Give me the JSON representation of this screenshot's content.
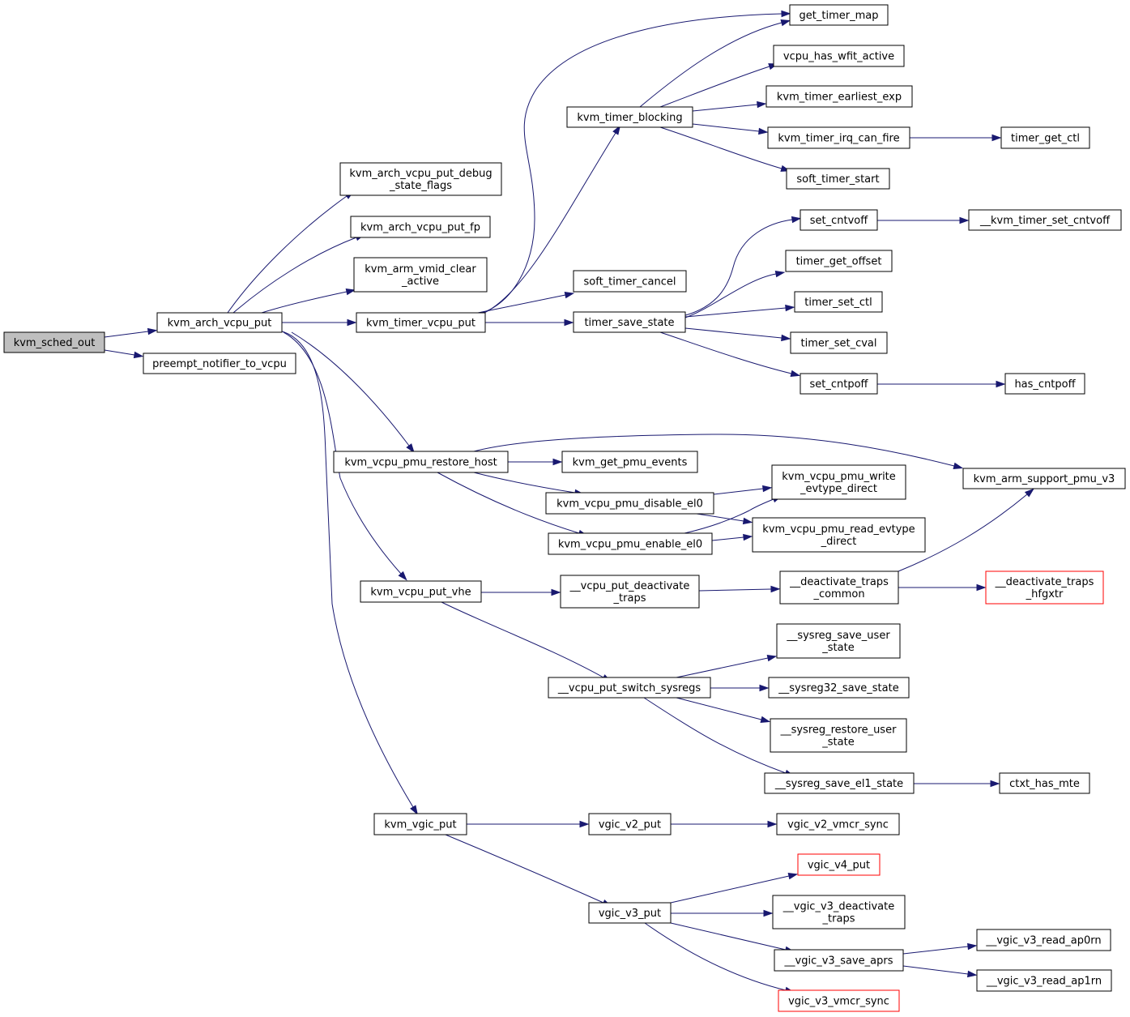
{
  "graph": {
    "colors": {
      "edge": "#191970",
      "root_fill": "#bfbfbf",
      "node_border": "#000000",
      "truncated_border": "#ff0000"
    },
    "nodes": [
      {
        "id": "kvm_sched_out",
        "lines": [
          "kvm_sched_out"
        ],
        "root": true
      },
      {
        "id": "kvm_arch_vcpu_put",
        "lines": [
          "kvm_arch_vcpu_put"
        ]
      },
      {
        "id": "preempt_notifier_to_vcpu",
        "lines": [
          "preempt_notifier_to_vcpu"
        ]
      },
      {
        "id": "kvm_arch_vcpu_put_debug_state_flags",
        "lines": [
          "kvm_arch_vcpu_put_debug",
          "_state_flags"
        ]
      },
      {
        "id": "kvm_arch_vcpu_put_fp",
        "lines": [
          "kvm_arch_vcpu_put_fp"
        ]
      },
      {
        "id": "kvm_arm_vmid_clear_active",
        "lines": [
          "kvm_arm_vmid_clear",
          "_active"
        ]
      },
      {
        "id": "kvm_timer_vcpu_put",
        "lines": [
          "kvm_timer_vcpu_put"
        ]
      },
      {
        "id": "kvm_vcpu_pmu_restore_host",
        "lines": [
          "kvm_vcpu_pmu_restore_host"
        ]
      },
      {
        "id": "kvm_vcpu_put_vhe",
        "lines": [
          "kvm_vcpu_put_vhe"
        ]
      },
      {
        "id": "kvm_vgic_put",
        "lines": [
          "kvm_vgic_put"
        ]
      },
      {
        "id": "kvm_timer_blocking",
        "lines": [
          "kvm_timer_blocking"
        ]
      },
      {
        "id": "soft_timer_cancel",
        "lines": [
          "soft_timer_cancel"
        ]
      },
      {
        "id": "timer_save_state",
        "lines": [
          "timer_save_state"
        ]
      },
      {
        "id": "get_timer_map",
        "lines": [
          "get_timer_map"
        ]
      },
      {
        "id": "vcpu_has_wfit_active",
        "lines": [
          "vcpu_has_wfit_active"
        ]
      },
      {
        "id": "kvm_timer_earliest_exp",
        "lines": [
          "kvm_timer_earliest_exp"
        ]
      },
      {
        "id": "kvm_timer_irq_can_fire",
        "lines": [
          "kvm_timer_irq_can_fire"
        ]
      },
      {
        "id": "soft_timer_start",
        "lines": [
          "soft_timer_start"
        ]
      },
      {
        "id": "timer_get_ctl",
        "lines": [
          "timer_get_ctl"
        ]
      },
      {
        "id": "set_cntvoff",
        "lines": [
          "set_cntvoff"
        ]
      },
      {
        "id": "timer_get_offset",
        "lines": [
          "timer_get_offset"
        ]
      },
      {
        "id": "timer_set_ctl",
        "lines": [
          "timer_set_ctl"
        ]
      },
      {
        "id": "timer_set_cval",
        "lines": [
          "timer_set_cval"
        ]
      },
      {
        "id": "set_cntpoff",
        "lines": [
          "set_cntpoff"
        ]
      },
      {
        "id": "__kvm_timer_set_cntvoff",
        "lines": [
          "__kvm_timer_set_cntvoff"
        ]
      },
      {
        "id": "has_cntpoff",
        "lines": [
          "has_cntpoff"
        ]
      },
      {
        "id": "kvm_get_pmu_events",
        "lines": [
          "kvm_get_pmu_events"
        ]
      },
      {
        "id": "kvm_vcpu_pmu_disable_el0",
        "lines": [
          "kvm_vcpu_pmu_disable_el0"
        ]
      },
      {
        "id": "kvm_vcpu_pmu_enable_el0",
        "lines": [
          "kvm_vcpu_pmu_enable_el0"
        ]
      },
      {
        "id": "kvm_arm_support_pmu_v3",
        "lines": [
          "kvm_arm_support_pmu_v3"
        ]
      },
      {
        "id": "kvm_vcpu_pmu_write_evtype_direct",
        "lines": [
          "kvm_vcpu_pmu_write",
          "_evtype_direct"
        ]
      },
      {
        "id": "kvm_vcpu_pmu_read_evtype_direct",
        "lines": [
          "kvm_vcpu_pmu_read_evtype",
          "_direct"
        ]
      },
      {
        "id": "__vcpu_put_deactivate_traps",
        "lines": [
          "__vcpu_put_deactivate",
          "_traps"
        ]
      },
      {
        "id": "__vcpu_put_switch_sysregs",
        "lines": [
          "__vcpu_put_switch_sysregs"
        ]
      },
      {
        "id": "__deactivate_traps_common",
        "lines": [
          "__deactivate_traps",
          "_common"
        ]
      },
      {
        "id": "__deactivate_traps_hfgxtr",
        "lines": [
          "__deactivate_traps",
          "_hfgxtr"
        ],
        "truncated": true
      },
      {
        "id": "__sysreg_save_user_state",
        "lines": [
          "__sysreg_save_user",
          "_state"
        ]
      },
      {
        "id": "__sysreg32_save_state",
        "lines": [
          "__sysreg32_save_state"
        ]
      },
      {
        "id": "__sysreg_restore_user_state",
        "lines": [
          "__sysreg_restore_user",
          "_state"
        ]
      },
      {
        "id": "__sysreg_save_el1_state",
        "lines": [
          "__sysreg_save_el1_state"
        ]
      },
      {
        "id": "ctxt_has_mte",
        "lines": [
          "ctxt_has_mte"
        ]
      },
      {
        "id": "vgic_v2_put",
        "lines": [
          "vgic_v2_put"
        ]
      },
      {
        "id": "vgic_v3_put",
        "lines": [
          "vgic_v3_put"
        ]
      },
      {
        "id": "vgic_v2_vmcr_sync",
        "lines": [
          "vgic_v2_vmcr_sync"
        ]
      },
      {
        "id": "vgic_v4_put",
        "lines": [
          "vgic_v4_put"
        ],
        "truncated": true
      },
      {
        "id": "__vgic_v3_deactivate_traps",
        "lines": [
          "__vgic_v3_deactivate",
          "_traps"
        ]
      },
      {
        "id": "__vgic_v3_save_aprs",
        "lines": [
          "__vgic_v3_save_aprs"
        ]
      },
      {
        "id": "vgic_v3_vmcr_sync",
        "lines": [
          "vgic_v3_vmcr_sync"
        ],
        "truncated": true
      },
      {
        "id": "__vgic_v3_read_ap0rn",
        "lines": [
          "__vgic_v3_read_ap0rn"
        ]
      },
      {
        "id": "__vgic_v3_read_ap1rn",
        "lines": [
          "__vgic_v3_read_ap1rn"
        ]
      }
    ],
    "edges": [
      {
        "from": "kvm_sched_out",
        "to": "kvm_arch_vcpu_put"
      },
      {
        "from": "kvm_sched_out",
        "to": "preempt_notifier_to_vcpu"
      },
      {
        "from": "kvm_arch_vcpu_put",
        "to": "kvm_arch_vcpu_put_debug_state_flags"
      },
      {
        "from": "kvm_arch_vcpu_put",
        "to": "kvm_arch_vcpu_put_fp"
      },
      {
        "from": "kvm_arch_vcpu_put",
        "to": "kvm_arm_vmid_clear_active"
      },
      {
        "from": "kvm_arch_vcpu_put",
        "to": "kvm_timer_vcpu_put"
      },
      {
        "from": "kvm_arch_vcpu_put",
        "to": "kvm_vcpu_pmu_restore_host"
      },
      {
        "from": "kvm_arch_vcpu_put",
        "to": "kvm_vcpu_put_vhe"
      },
      {
        "from": "kvm_arch_vcpu_put",
        "to": "kvm_vgic_put"
      },
      {
        "from": "kvm_timer_vcpu_put",
        "to": "get_timer_map"
      },
      {
        "from": "kvm_timer_vcpu_put",
        "to": "kvm_timer_blocking"
      },
      {
        "from": "kvm_timer_vcpu_put",
        "to": "soft_timer_cancel"
      },
      {
        "from": "kvm_timer_vcpu_put",
        "to": "timer_save_state"
      },
      {
        "from": "kvm_timer_blocking",
        "to": "get_timer_map"
      },
      {
        "from": "kvm_timer_blocking",
        "to": "vcpu_has_wfit_active"
      },
      {
        "from": "kvm_timer_blocking",
        "to": "kvm_timer_earliest_exp"
      },
      {
        "from": "kvm_timer_blocking",
        "to": "kvm_timer_irq_can_fire"
      },
      {
        "from": "kvm_timer_blocking",
        "to": "soft_timer_start"
      },
      {
        "from": "kvm_timer_irq_can_fire",
        "to": "timer_get_ctl"
      },
      {
        "from": "timer_save_state",
        "to": "set_cntvoff"
      },
      {
        "from": "timer_save_state",
        "to": "timer_get_offset"
      },
      {
        "from": "timer_save_state",
        "to": "timer_set_ctl"
      },
      {
        "from": "timer_save_state",
        "to": "timer_set_cval"
      },
      {
        "from": "timer_save_state",
        "to": "set_cntpoff"
      },
      {
        "from": "set_cntvoff",
        "to": "__kvm_timer_set_cntvoff"
      },
      {
        "from": "set_cntpoff",
        "to": "has_cntpoff"
      },
      {
        "from": "kvm_vcpu_pmu_restore_host",
        "to": "kvm_arm_support_pmu_v3"
      },
      {
        "from": "kvm_vcpu_pmu_restore_host",
        "to": "kvm_get_pmu_events"
      },
      {
        "from": "kvm_vcpu_pmu_restore_host",
        "to": "kvm_vcpu_pmu_disable_el0"
      },
      {
        "from": "kvm_vcpu_pmu_restore_host",
        "to": "kvm_vcpu_pmu_enable_el0"
      },
      {
        "from": "kvm_vcpu_pmu_disable_el0",
        "to": "kvm_vcpu_pmu_write_evtype_direct"
      },
      {
        "from": "kvm_vcpu_pmu_disable_el0",
        "to": "kvm_vcpu_pmu_read_evtype_direct"
      },
      {
        "from": "kvm_vcpu_pmu_enable_el0",
        "to": "kvm_vcpu_pmu_write_evtype_direct"
      },
      {
        "from": "kvm_vcpu_pmu_enable_el0",
        "to": "kvm_vcpu_pmu_read_evtype_direct"
      },
      {
        "from": "kvm_vcpu_put_vhe",
        "to": "__vcpu_put_deactivate_traps"
      },
      {
        "from": "kvm_vcpu_put_vhe",
        "to": "__vcpu_put_switch_sysregs"
      },
      {
        "from": "__vcpu_put_deactivate_traps",
        "to": "__deactivate_traps_common"
      },
      {
        "from": "__deactivate_traps_common",
        "to": "kvm_arm_support_pmu_v3"
      },
      {
        "from": "__deactivate_traps_common",
        "to": "__deactivate_traps_hfgxtr"
      },
      {
        "from": "__vcpu_put_switch_sysregs",
        "to": "__sysreg_save_user_state"
      },
      {
        "from": "__vcpu_put_switch_sysregs",
        "to": "__sysreg32_save_state"
      },
      {
        "from": "__vcpu_put_switch_sysregs",
        "to": "__sysreg_restore_user_state"
      },
      {
        "from": "__vcpu_put_switch_sysregs",
        "to": "__sysreg_save_el1_state"
      },
      {
        "from": "__sysreg_save_el1_state",
        "to": "ctxt_has_mte"
      },
      {
        "from": "kvm_vgic_put",
        "to": "vgic_v2_put"
      },
      {
        "from": "kvm_vgic_put",
        "to": "vgic_v3_put"
      },
      {
        "from": "vgic_v2_put",
        "to": "vgic_v2_vmcr_sync"
      },
      {
        "from": "vgic_v3_put",
        "to": "vgic_v4_put"
      },
      {
        "from": "vgic_v3_put",
        "to": "__vgic_v3_deactivate_traps"
      },
      {
        "from": "vgic_v3_put",
        "to": "__vgic_v3_save_aprs"
      },
      {
        "from": "vgic_v3_put",
        "to": "vgic_v3_vmcr_sync"
      },
      {
        "from": "__vgic_v3_save_aprs",
        "to": "__vgic_v3_read_ap0rn"
      },
      {
        "from": "__vgic_v3_save_aprs",
        "to": "__vgic_v3_read_ap1rn"
      }
    ]
  }
}
